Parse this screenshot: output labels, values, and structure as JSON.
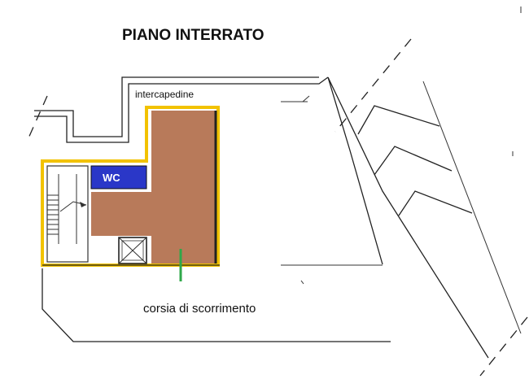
{
  "title": "PIANO INTERRATO",
  "labels": {
    "intercapedine": "intercapedine",
    "wc": "WC",
    "corsia": "corsia di scorrimento"
  },
  "colors": {
    "room_fill": "#b87a5a",
    "wc_fill": "#2a37c8",
    "outline_yellow": "#f2c200",
    "marker_green": "#2fa84a"
  }
}
